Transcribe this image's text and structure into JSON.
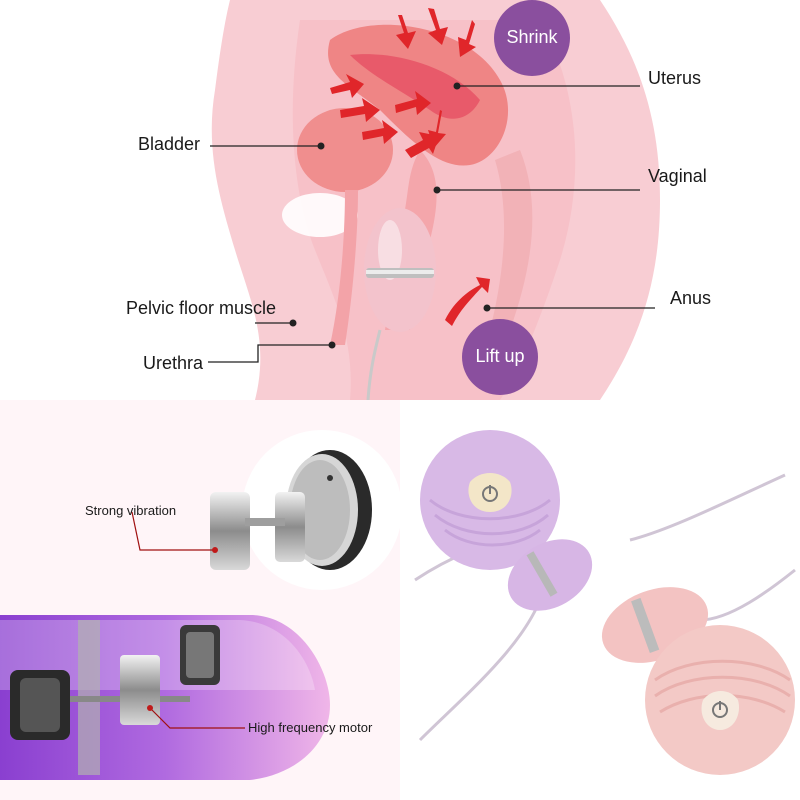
{
  "anatomy": {
    "labels": {
      "bladder": "Bladder",
      "uterus": "Uterus",
      "vaginal": "Vaginal",
      "anus": "Anus",
      "pelvic_floor_muscle": "Pelvic floor muscle",
      "urethra": "Urethra"
    },
    "badges": {
      "shrink": "Shrink",
      "lift_up": "Lift up"
    }
  },
  "motor_panel": {
    "labels": {
      "strong_vibration": "Strong vibration",
      "high_frequency_motor": "High frequency motor"
    }
  },
  "colors": {
    "badge_purple": "#8a4f9e",
    "body_pink": "#f7c9cf",
    "organ_coral": "#f08a8a",
    "arrow_red": "#e0262a",
    "product_lavender": "#d8b9e6",
    "product_pink": "#f3c9c6"
  }
}
